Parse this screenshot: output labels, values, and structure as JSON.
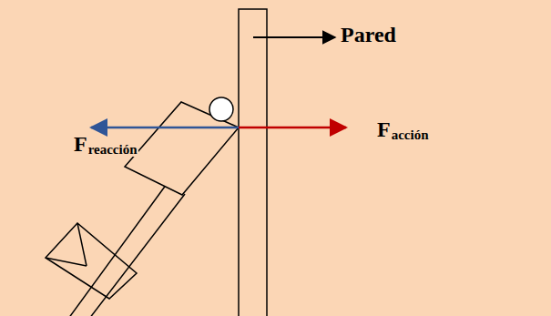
{
  "diagram": {
    "labels": [
      "Pared",
      "F",
      "reacción",
      "F",
      "acción"
    ]
  }
}
